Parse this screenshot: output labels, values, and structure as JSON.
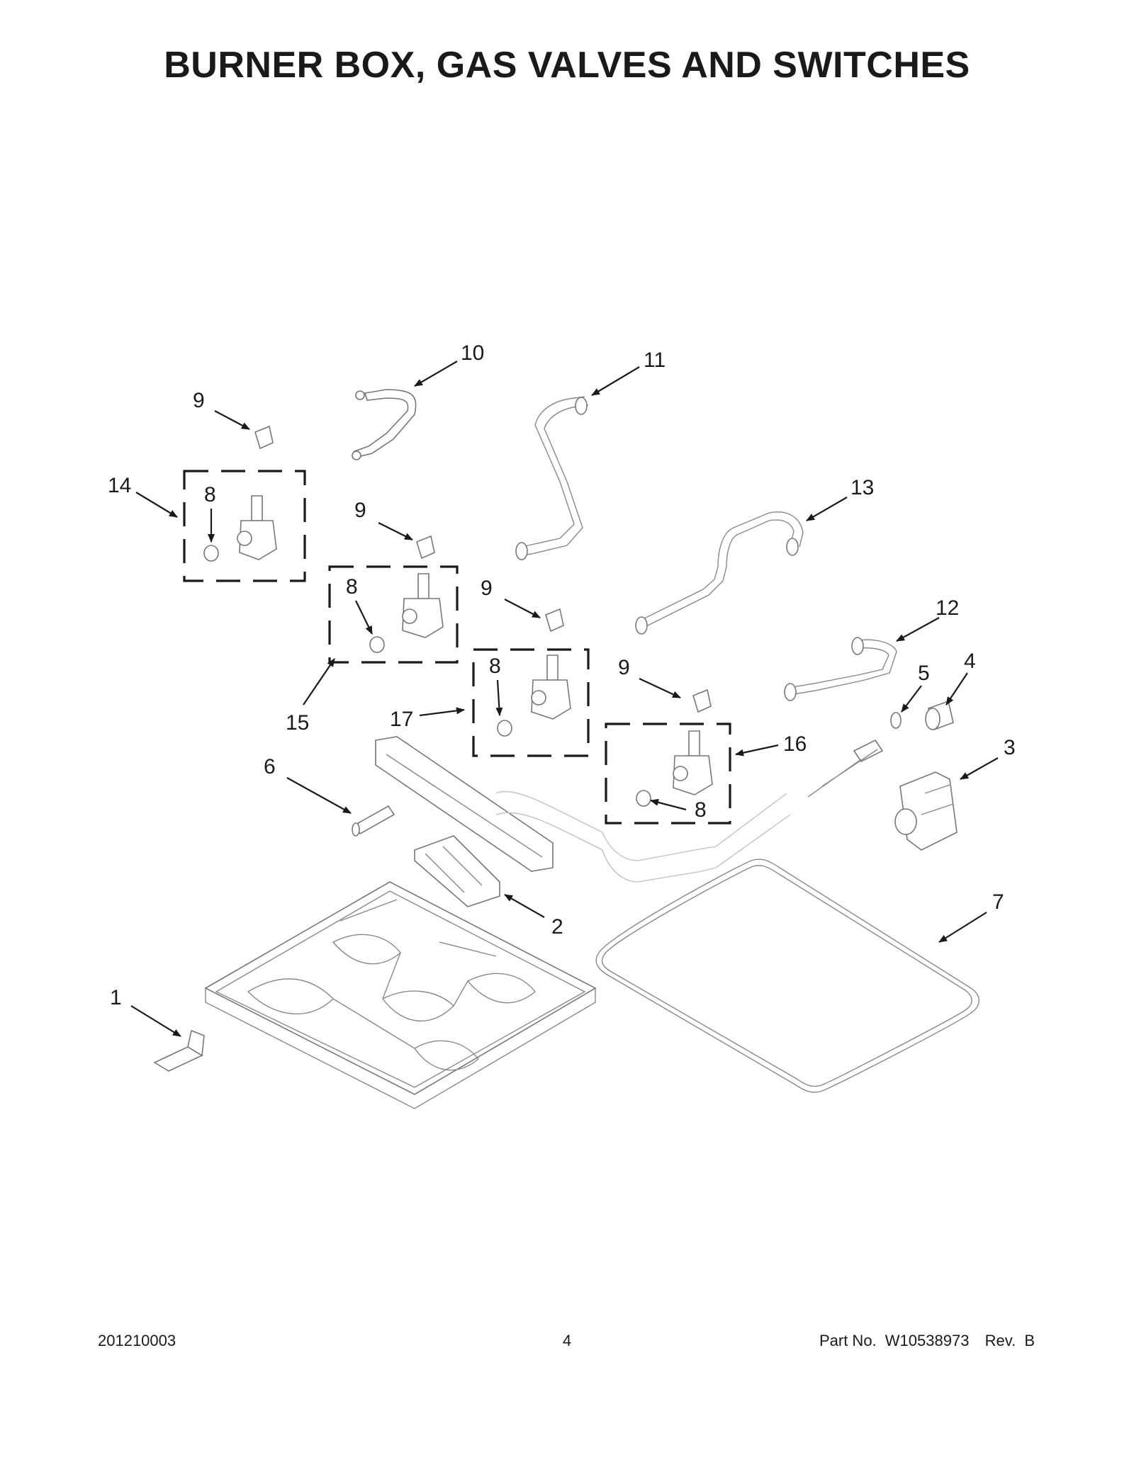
{
  "page": {
    "title": "BURNER BOX, GAS VALVES AND SWITCHES",
    "footer_left": "201210003",
    "footer_page": "4",
    "footer_part_label": "Part No.",
    "footer_part_number": "W10538973",
    "footer_rev_label": "Rev.",
    "footer_rev": "B"
  },
  "callouts": {
    "c1": "1",
    "c2": "2",
    "c3": "3",
    "c4": "4",
    "c5": "5",
    "c6": "6",
    "c7": "7",
    "c8a": "8",
    "c8b": "8",
    "c8c": "8",
    "c8d": "8",
    "c9a": "9",
    "c9b": "9",
    "c9c": "9",
    "c9d": "9",
    "c10": "10",
    "c11": "11",
    "c12": "12",
    "c13": "13",
    "c14": "14",
    "c15": "15",
    "c16": "16",
    "c17": "17"
  }
}
